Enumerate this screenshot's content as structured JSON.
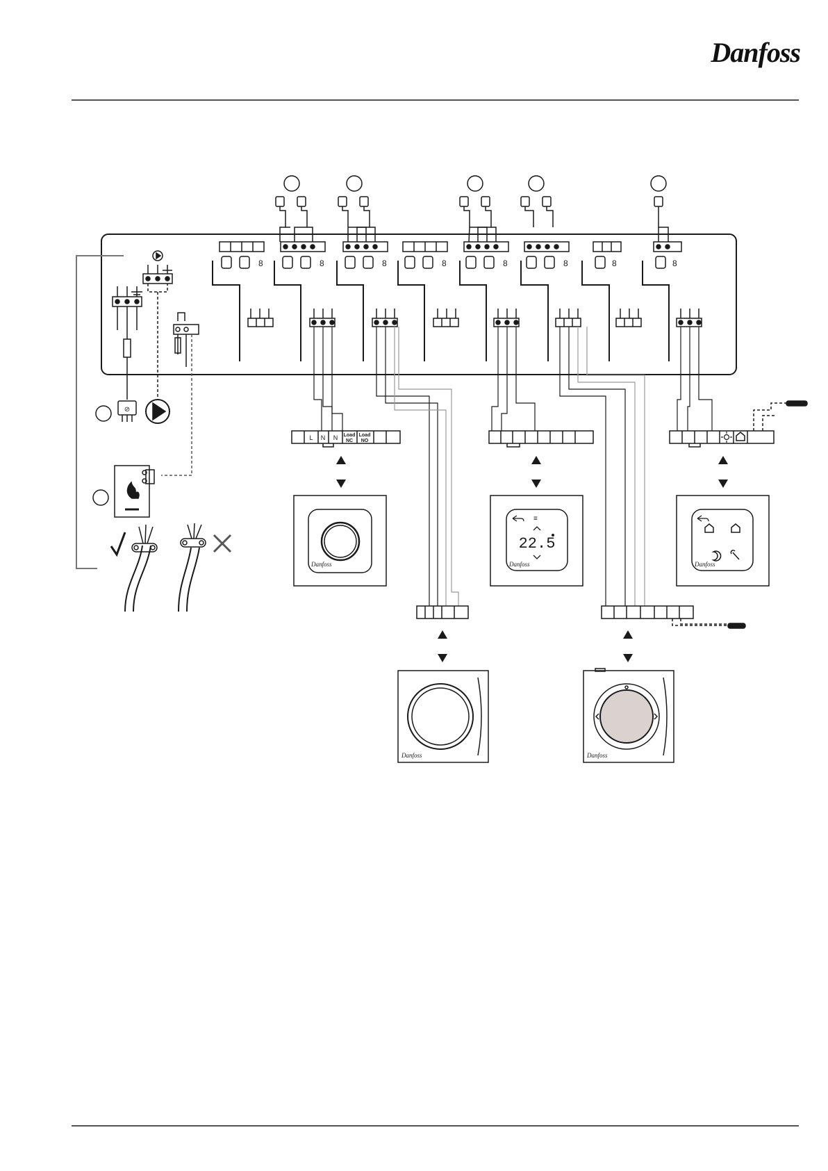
{
  "brand": {
    "logo_text": "Danfoss",
    "color": "#111111"
  },
  "colors": {
    "line": "#1a1a1a",
    "wire_grey": "#9a9a9a",
    "dial_fill": "#d9d2cf",
    "frame": "#1a1a1a"
  },
  "load_terminal": {
    "labels": [
      "L",
      "N",
      "N",
      "Load NC",
      "Load NO"
    ],
    "l": "L",
    "n1": "N",
    "n2": "N",
    "nc_top": "Load",
    "nc_bot": "NC",
    "no_top": "Load",
    "no_bot": "NO"
  },
  "display_thermostat": {
    "temperature": "22.5"
  },
  "icons": [
    "actuator-icon",
    "pump-icon",
    "flame-icon",
    "fuse-icon",
    "plug-icon",
    "check-icon",
    "cross-icon",
    "sun-icon",
    "home-icon",
    "moon-icon",
    "wrench-icon",
    "arrow-up-icon",
    "arrow-down-icon"
  ]
}
